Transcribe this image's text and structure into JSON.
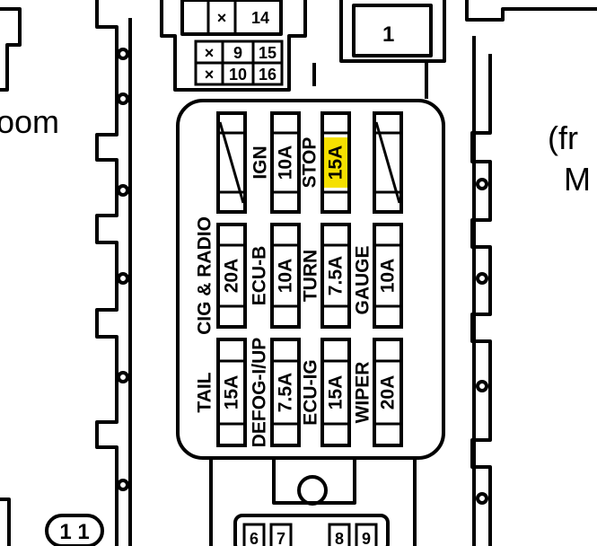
{
  "left_label": "oom",
  "right_label_top": "(fr",
  "right_label_bottom": "M",
  "relay_label": "1",
  "top_connector": {
    "top_cells": [
      "×",
      "14"
    ],
    "rows": [
      [
        "×",
        "9",
        "15"
      ],
      [
        "×",
        "10",
        "16"
      ]
    ]
  },
  "bottom_left_badge": "1 1",
  "bottom_connector_pins": [
    "6",
    "7",
    "8",
    "9"
  ],
  "fuses": [
    {
      "id": "spare-1",
      "rating": "",
      "circuit": "",
      "highlight": false
    },
    {
      "id": "ign",
      "rating": "10A",
      "circuit": "IGN",
      "highlight": false
    },
    {
      "id": "stop",
      "rating": "15A",
      "circuit": "STOP",
      "highlight": true
    },
    {
      "id": "spare-2",
      "rating": "",
      "circuit": "",
      "highlight": false
    },
    {
      "id": "cig-radio",
      "rating": "20A",
      "circuit": "CIG & RADIO",
      "highlight": false
    },
    {
      "id": "ecu-b",
      "rating": "10A",
      "circuit": "ECU-B",
      "highlight": false
    },
    {
      "id": "turn",
      "rating": "7.5A",
      "circuit": "TURN",
      "highlight": false
    },
    {
      "id": "gauge",
      "rating": "10A",
      "circuit": "GAUGE",
      "highlight": false
    },
    {
      "id": "tail",
      "rating": "15A",
      "circuit": "TAIL",
      "highlight": false
    },
    {
      "id": "defog-iup",
      "rating": "7.5A",
      "circuit": "DEFOG-I/UP",
      "highlight": false
    },
    {
      "id": "ecu-ig",
      "rating": "15A",
      "circuit": "ECU-IG",
      "highlight": false
    },
    {
      "id": "wiper",
      "rating": "20A",
      "circuit": "WIPER",
      "highlight": false
    }
  ],
  "colors": {
    "line": "#000000",
    "highlight": "#f5e000",
    "background": "#ffffff"
  }
}
